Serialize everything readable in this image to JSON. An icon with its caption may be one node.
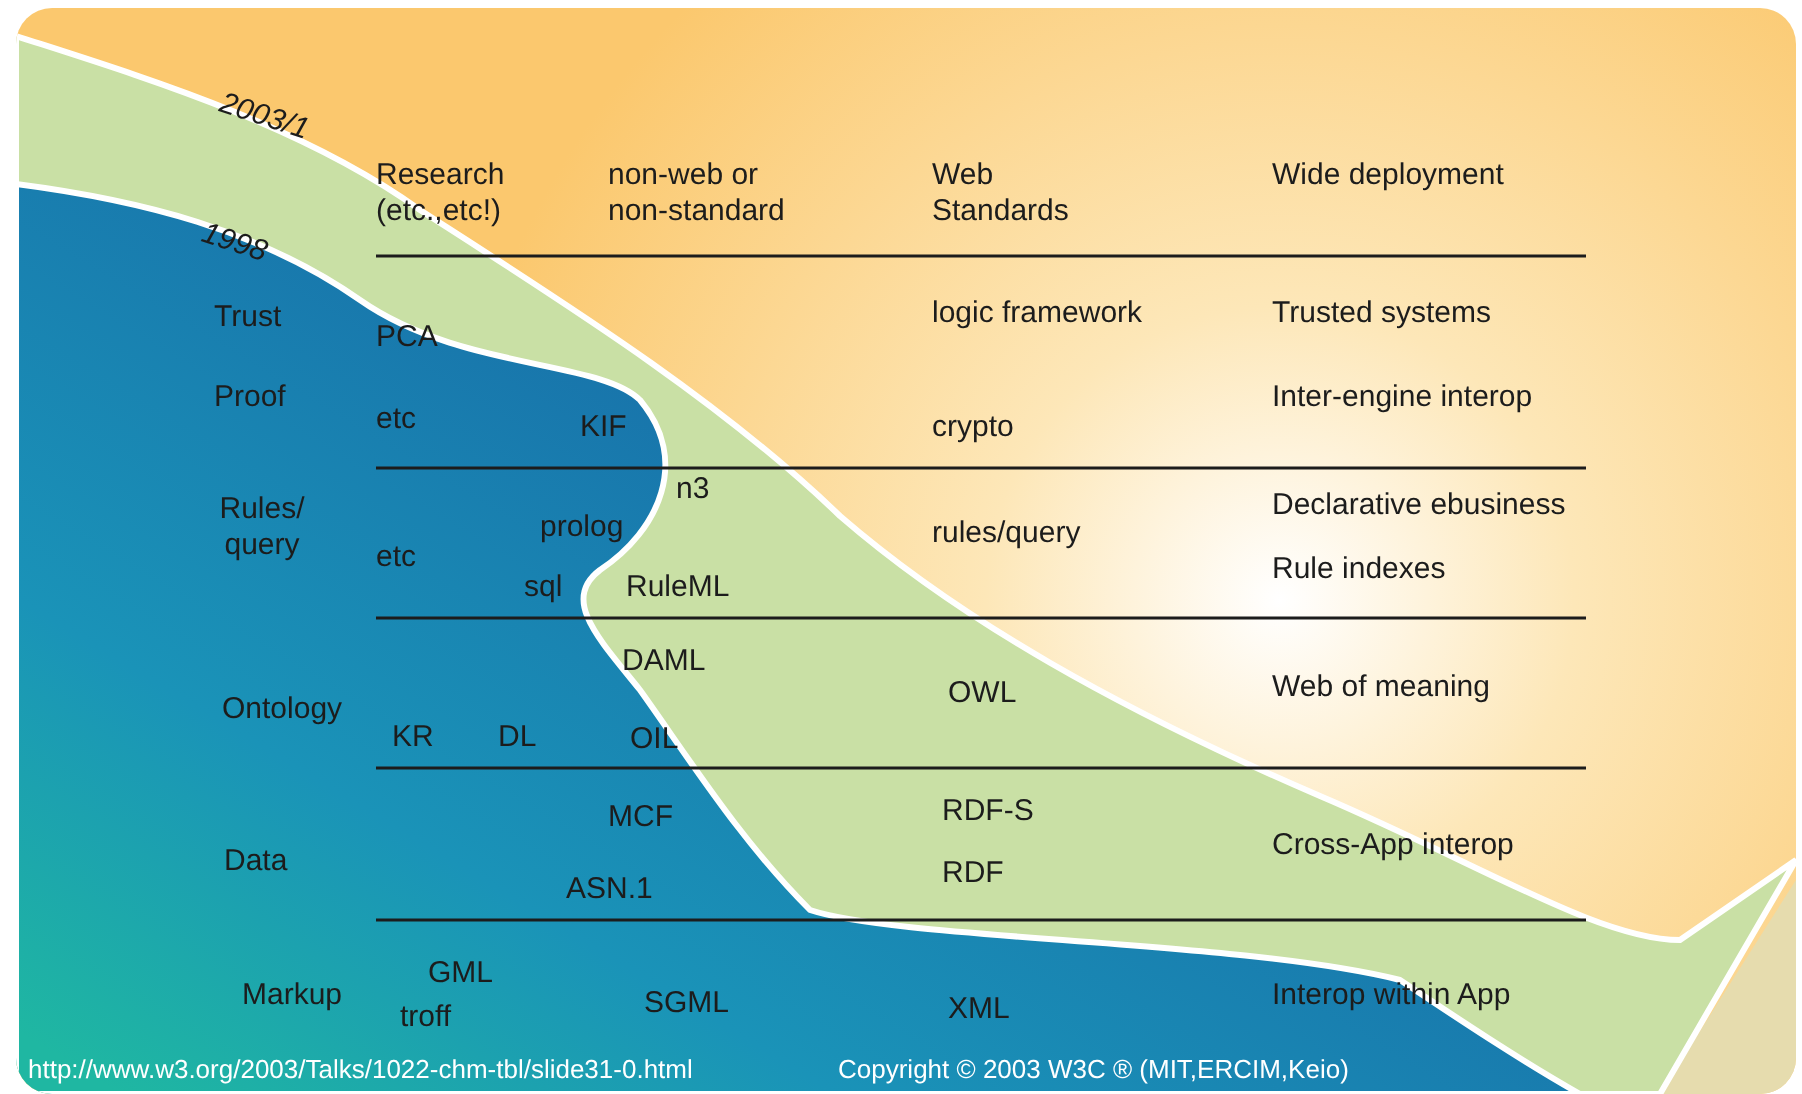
{
  "diagram": {
    "labels": [
      "2003/1",
      "Research (etc.,etc!)",
      "non-web or non-standard",
      "Web Standards",
      "Wide deployment",
      "1998",
      "Trust",
      "logic framework",
      "Trusted systems",
      "PCA",
      "Proof",
      "Inter-engine interop",
      "etc",
      "KIF",
      "crypto",
      "n3",
      "Declarative ebusiness",
      "Rules/ query",
      "prolog",
      "rules/query",
      "etc",
      "Rule indexes",
      "sql",
      "RuleML",
      "DAML",
      "OWL",
      "Web of meaning",
      "Ontology",
      "KR",
      "DL",
      "OIL",
      "MCF",
      "RDF-S",
      "Cross-App interop",
      "Data",
      "RDF",
      "ASN.1",
      "Markup",
      "GML",
      "troff",
      "SGML",
      "XML",
      "Interop within App",
      "http://www.w3.org/2003/Talks/1022-chm-tbl/slide31-0.html",
      "Copyright © 2003 W3C ® (MIT,ERCIM,Keio)"
    ]
  }
}
